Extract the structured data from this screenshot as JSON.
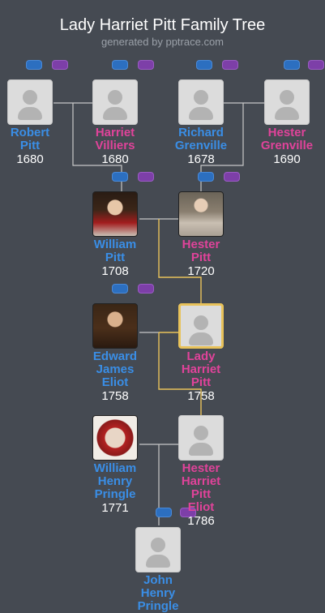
{
  "header": {
    "title": "Lady Harriet Pitt Family Tree",
    "subtitle": "generated by pptrace.com"
  },
  "colors": {
    "background": "#454a52",
    "male": "#3a8ee6",
    "female": "#e0439a",
    "highlight_line": "#e8c25a",
    "connector": "#c8c8c8"
  },
  "people": [
    {
      "id": "robert",
      "name": "Robert Pitt",
      "year": "1680",
      "gender": "male"
    },
    {
      "id": "harriet-v",
      "name": "Harriet Villiers",
      "year": "1680",
      "gender": "female"
    },
    {
      "id": "richard",
      "name": "Richard Grenville",
      "year": "1678",
      "gender": "male"
    },
    {
      "id": "hester-g",
      "name": "Hester Grenville",
      "year": "1690",
      "gender": "female"
    },
    {
      "id": "william",
      "name": "William Pitt",
      "year": "1708",
      "gender": "male",
      "portrait": true
    },
    {
      "id": "hester-p",
      "name": "Hester Pitt",
      "year": "1720",
      "gender": "female",
      "portrait": true
    },
    {
      "id": "edward",
      "name": "Edward James Eliot",
      "year": "1758",
      "gender": "male",
      "portrait": true
    },
    {
      "id": "lady-harriet",
      "name": "Lady Harriet Pitt",
      "year": "1758",
      "gender": "female",
      "focus": true
    },
    {
      "id": "william-hp",
      "name": "William Henry Pringle",
      "year": "1771",
      "gender": "male",
      "portrait": true
    },
    {
      "id": "hester-hpe",
      "name": "Hester Harriet Pitt Eliot",
      "year": "1786",
      "gender": "female"
    },
    {
      "id": "john-hp",
      "name": "John Henry Pringle",
      "year": "",
      "gender": "male"
    }
  ]
}
